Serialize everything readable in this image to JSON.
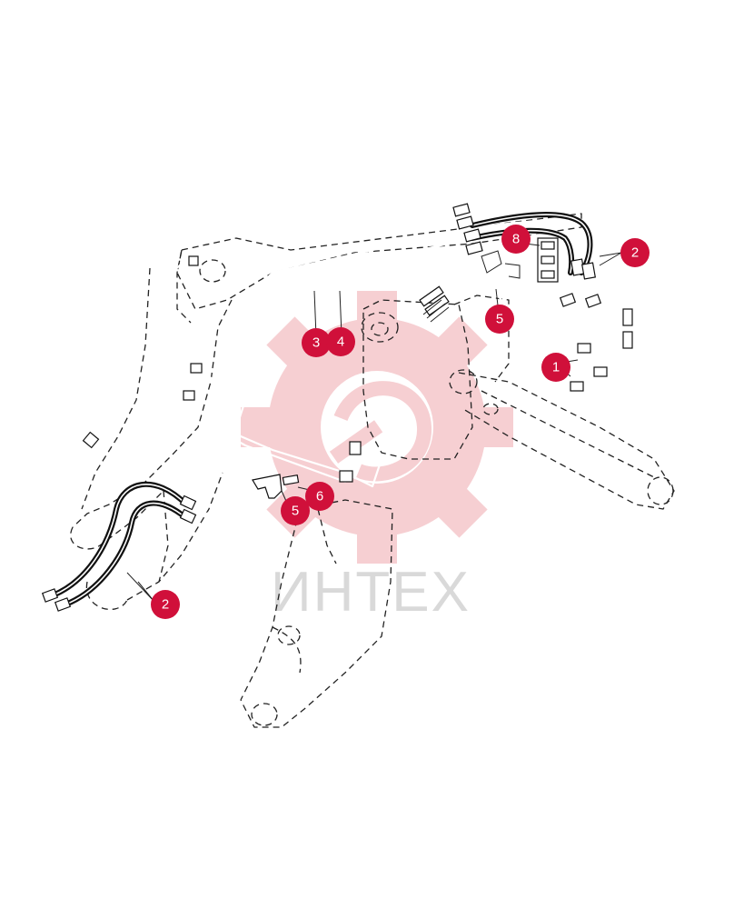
{
  "watermark": {
    "text": "ИНТЕХ",
    "gear_color": "#f6cfd2",
    "text_color": "#d9d9d9"
  },
  "callout_color": "#d0103a",
  "callouts": [
    {
      "id": "c2-top",
      "label": "2"
    },
    {
      "id": "c8",
      "label": "8"
    },
    {
      "id": "c5-top",
      "label": "5"
    },
    {
      "id": "c3",
      "label": "3"
    },
    {
      "id": "c4",
      "label": "4"
    },
    {
      "id": "c1",
      "label": "1"
    },
    {
      "id": "c6",
      "label": "6"
    },
    {
      "id": "c5-bottom",
      "label": "5"
    },
    {
      "id": "c2-bottom",
      "label": "2"
    }
  ]
}
